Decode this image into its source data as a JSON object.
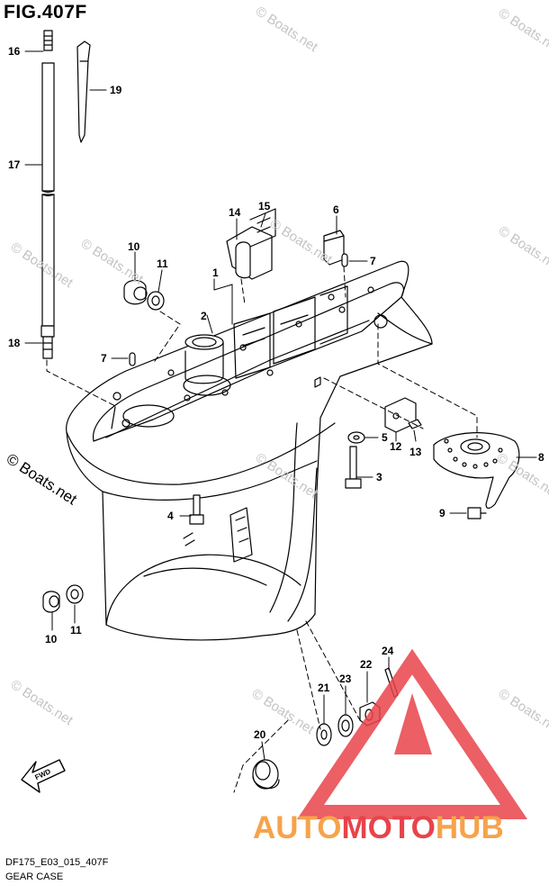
{
  "figure": {
    "title": "FIG.407F",
    "code": "DF175_E03_015_407F",
    "name": "GEAR CASE"
  },
  "watermarks": [
    "© Boats.net",
    "© Boats.net",
    "© Boats.net",
    "© Boats.net",
    "© Boats.net",
    "© Boats.net",
    "© Boats.net",
    "© Boats.net",
    "© Boats.net",
    "© Boats.net",
    "© Boats.net"
  ],
  "watermark_main": "© Boats.net",
  "fwd_label": "FWD",
  "brand": {
    "part1": "AUTO",
    "part2": "MOTO",
    "part3": "HUB",
    "color_primary": "#f6a34a",
    "color_accent": "#e8434a"
  },
  "callouts": [
    "1",
    "2",
    "3",
    "4",
    "5",
    "6",
    "7",
    "7",
    "8",
    "9",
    "10",
    "10",
    "11",
    "11",
    "12",
    "13",
    "14",
    "15",
    "16",
    "17",
    "18",
    "19",
    "20",
    "21",
    "22",
    "23",
    "24"
  ]
}
